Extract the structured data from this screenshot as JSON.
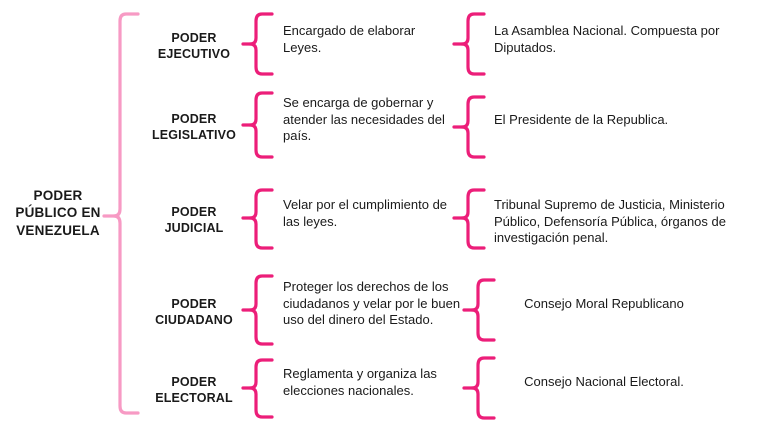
{
  "diagram": {
    "title": "PODER PÚBLICO EN VENEZUELA",
    "colors": {
      "root_brace": "#F79AC4",
      "branch_brace": "#EC1E79",
      "text": "#1a1a1a",
      "background": "#ffffff"
    },
    "root": {
      "label": "PODER\nPÚBLICO EN\nVENEZUELA",
      "line1": "PODER",
      "line2": "PÚBLICO EN",
      "line3": "VENEZUELA"
    },
    "branches": [
      {
        "id": "ejecutivo",
        "label_line1": "PODER",
        "label_line2": "EJECUTIVO",
        "description": "Encargado de elaborar Leyes.",
        "organ": "La Asamblea Nacional. Compuesta por Diputados.",
        "organ_align": "left"
      },
      {
        "id": "legislativo",
        "label_line1": "PODER",
        "label_line2": "LEGISLATIVO",
        "description": "Se encarga de gobernar y atender las necesidades del país.",
        "organ": "El Presidente de la Republica.",
        "organ_align": "left"
      },
      {
        "id": "judicial",
        "label_line1": "PODER",
        "label_line2": "JUDICIAL",
        "description": "Velar por el cumplimiento de las leyes.",
        "organ": "Tribunal Supremo de Justicia, Ministerio Público, Defensoría Pública, órganos de investigación penal.",
        "organ_align": "left"
      },
      {
        "id": "ciudadano",
        "label_line1": "PODER",
        "label_line2": "CIUDADANO",
        "description": "Proteger los derechos de los ciudadanos y velar por le buen uso del dinero del Estado.",
        "organ": "Consejo Moral Republicano",
        "organ_align": "center"
      },
      {
        "id": "electoral",
        "label_line1": "PODER",
        "label_line2": "ELECTORAL",
        "description": "Reglamenta y organiza las elecciones nacionales.",
        "organ": "Consejo Nacional Electoral.",
        "organ_align": "center"
      }
    ]
  }
}
